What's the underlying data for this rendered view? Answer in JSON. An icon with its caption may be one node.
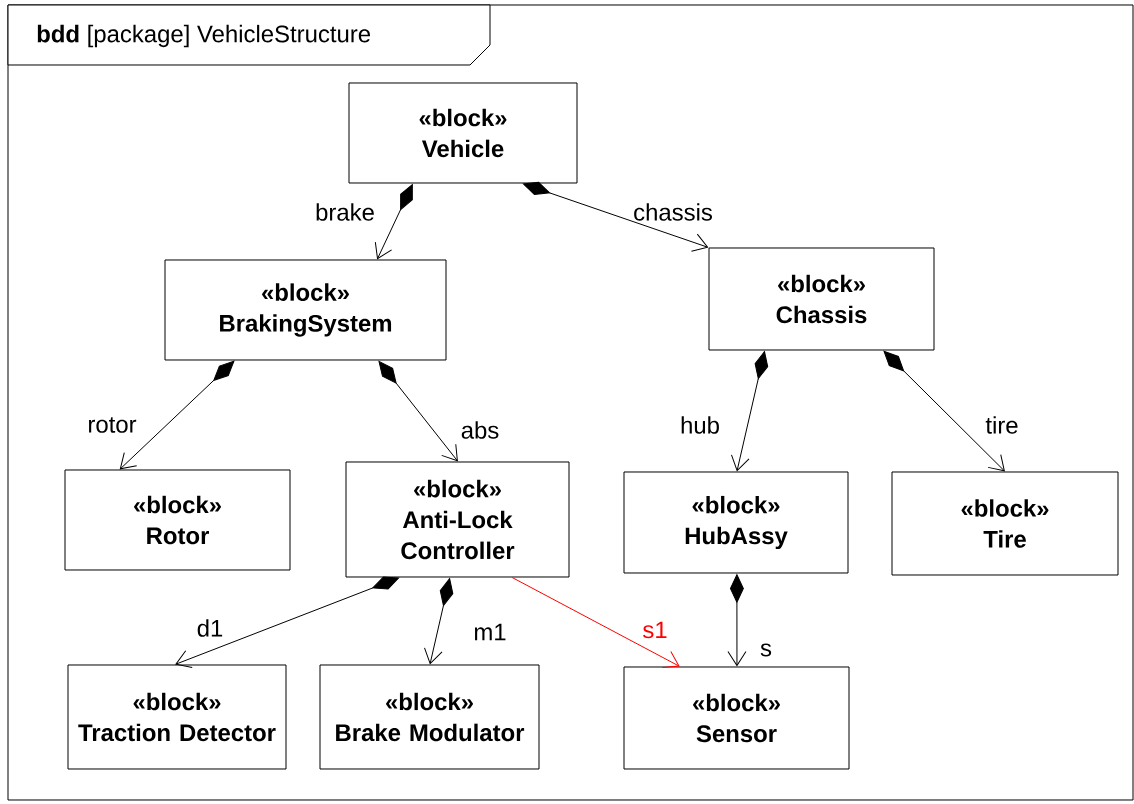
{
  "diagram": {
    "title": "**bdd** [package] VehicleStructure",
    "nodes": [
      {
        "text": [
          "«block»",
          "Vehicle"
        ]
      },
      {
        "text": [
          "«block»",
          "BrakingSystem"
        ]
      },
      {
        "text": [
          "«block»",
          "Chassis"
        ]
      },
      {
        "text": [
          "«block»",
          "Rotor"
        ]
      },
      {
        "text": [
          "«block»",
          "Anti-Lock Controller"
        ]
      },
      {
        "text": [
          "«block»",
          "HubAssy"
        ]
      },
      {
        "text": [
          "«block»",
          "Tire"
        ]
      },
      {
        "text": [
          "«block»",
          "Traction Detector"
        ]
      },
      {
        "text": [
          "«block»",
          "Brake Modulator"
        ]
      },
      {
        "text": [
          "«block»",
          "Sensor"
        ]
      }
    ],
    "edges": [
      {
        "from": 0,
        "to": 1,
        "arrow": "to",
        "label": "brake"
      },
      {
        "from": 0,
        "to": 2,
        "arrow": "to",
        "label": "chassis"
      },
      {
        "from": 1,
        "to": 3,
        "arrow": "to",
        "label": "rotor"
      },
      {
        "from": 1,
        "to": 4,
        "arrow": "to",
        "label": "abs"
      },
      {
        "from": 2,
        "to": 5,
        "arrow": "to",
        "label": "hub"
      },
      {
        "from": 2,
        "to": 6,
        "arrow": "to",
        "label": "tire"
      },
      {
        "from": 4,
        "to": 7,
        "arrow": "to",
        "label": "d1"
      },
      {
        "from": 4,
        "to": 8,
        "arrow": "to",
        "label": "m1"
      },
      {
        "from": 4,
        "to": 9,
        "arrow": "to",
        "label": "s1",
        "color": "#ff0000"
      },
      {
        "from": 5,
        "to": 9,
        "arrow": "to",
        "label": "s"
      }
    ]
  }
}
